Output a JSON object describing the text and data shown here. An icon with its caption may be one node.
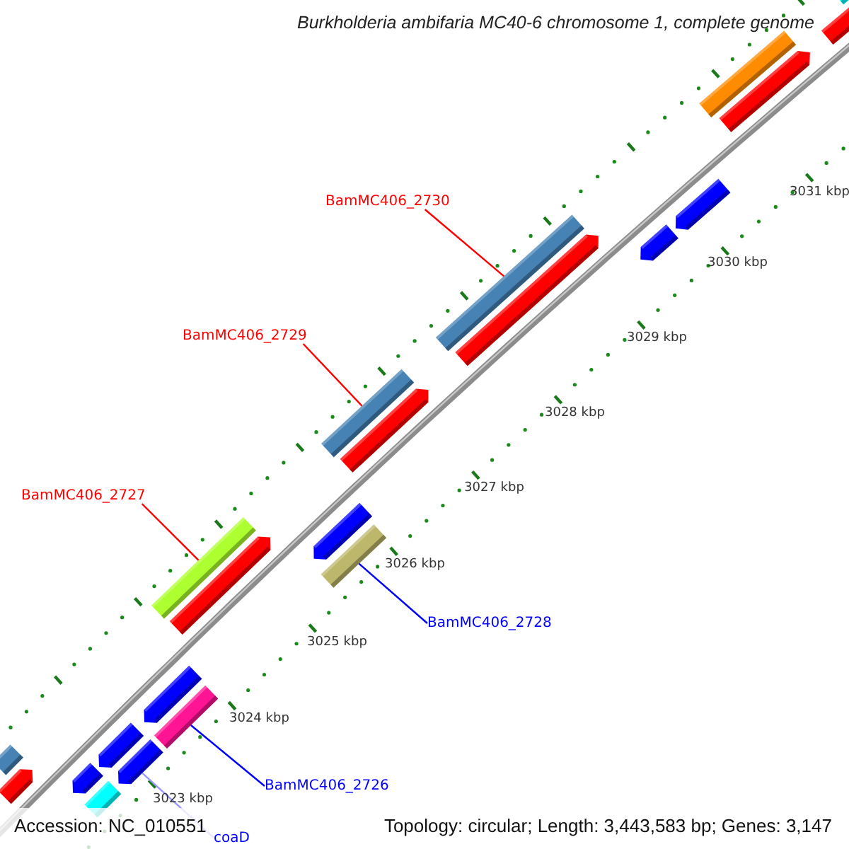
{
  "diagram": {
    "title": "Burkholderia ambifaria MC40-6 chromosome 1, complete genome",
    "nodes": [
      {
        "text": [
          "BamMC406_2730"
        ]
      },
      {
        "text": [
          "BamMC406_2729"
        ]
      },
      {
        "text": [
          "BamMC406_2727"
        ]
      },
      {
        "text": [
          "BamMC406_2728"
        ]
      },
      {
        "text": [
          "BamMC406_2726"
        ]
      },
      {
        "text": [
          "coaD"
        ]
      },
      {
        "text": [],
        "shape": "bar"
      },
      {
        "text": [],
        "shape": "arrow"
      },
      {
        "text": [],
        "shape": "bar"
      },
      {
        "text": [],
        "shape": "arrow"
      },
      {
        "text": [],
        "shape": "arrow"
      },
      {
        "text": [],
        "shape": "arrow"
      },
      {
        "text": [],
        "shape": "bar"
      },
      {
        "text": [],
        "shape": "arrow"
      },
      {
        "text": [],
        "shape": "bar"
      },
      {
        "text": [],
        "shape": "arrow"
      },
      {
        "text": [],
        "shape": "bar"
      },
      {
        "text": [],
        "shape": "arrow"
      },
      {
        "text": [],
        "shape": "arrow"
      },
      {
        "text": [],
        "shape": "bar"
      },
      {
        "text": [],
        "shape": "arrow"
      },
      {
        "text": [],
        "shape": "bar"
      },
      {
        "text": [],
        "shape": "arrow"
      },
      {
        "text": [],
        "shape": "arrow"
      },
      {
        "text": [],
        "shape": "arrow"
      },
      {
        "text": [],
        "shape": "bar"
      },
      {
        "text": [],
        "shape": "bar"
      },
      {
        "text": [],
        "shape": "arrow"
      }
    ],
    "edges": [
      {
        "from": 0,
        "to": 12,
        "arrow": "none",
        "color": "#ff0000"
      },
      {
        "from": 1,
        "to": 14,
        "arrow": "none",
        "color": "#ff0000"
      },
      {
        "from": 2,
        "to": 16,
        "arrow": "none",
        "color": "#ff0000"
      },
      {
        "from": 3,
        "to": 19,
        "arrow": "none",
        "color": "#0000ff"
      },
      {
        "from": 4,
        "to": 21,
        "arrow": "none",
        "color": "#0000ff"
      },
      {
        "from": 5,
        "to": 23,
        "arrow": "none",
        "color": "#9999ff"
      }
    ],
    "labels": [
      "3031 kbp",
      "3030 kbp",
      "3029 kbp",
      "3028 kbp",
      "3027 kbp",
      "3026 kbp",
      "3025 kbp",
      "3024 kbp",
      "3023 kbp",
      "Accession: NC_010551",
      "Topology: circular; Length: 3,443,583 bp; Genes: 3,147"
    ]
  }
}
